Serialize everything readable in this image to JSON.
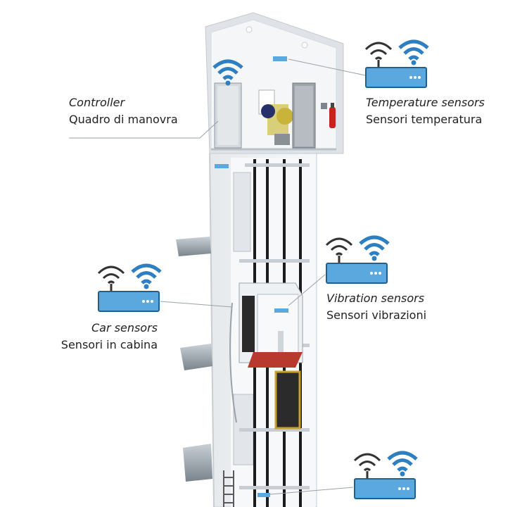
{
  "diagram": {
    "callouts": [
      {
        "id": "controller",
        "en": "Controller",
        "it": "Quadro di manovra"
      },
      {
        "id": "temperature",
        "en": "Temperature sensors",
        "it": "Sensori temperatura"
      },
      {
        "id": "vibration",
        "en": "Vibration sensors",
        "it": "Sensori vibrazioni"
      },
      {
        "id": "car",
        "en": "Car sensors",
        "it": "Sensori in cabina"
      }
    ],
    "colors": {
      "wifi_blue": "#2e7fc2",
      "wifi_dark": "#333333",
      "router_fill": "#5aa8de",
      "router_stroke": "#1f5f8f",
      "shaft_wall": "#f2f4f6",
      "shaft_edge": "#c7cdd3",
      "rail": "#1b1b1b",
      "car_floor": "#b83a2e",
      "ledge": "#8e979f"
    },
    "icons": [
      "wifi-icon",
      "router-icon",
      "fire-extinguisher-icon",
      "motor-icon",
      "ladder-icon"
    ]
  }
}
